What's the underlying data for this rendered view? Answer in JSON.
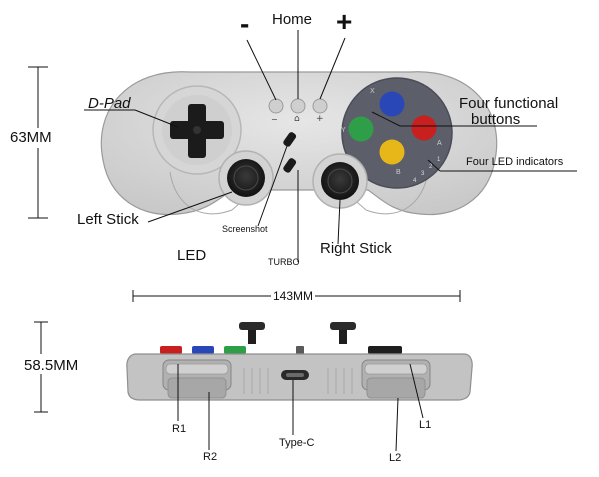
{
  "diagram": {
    "top_view": {
      "minus_label": "-",
      "home_label": "Home",
      "plus_label": "+",
      "dpad_label": "D-Pad",
      "four_functional_line1": "Four functional",
      "four_functional_line2": "buttons",
      "four_led_label": "Four LED indicators",
      "height_label": "63MM",
      "left_stick_label": "Left Stick",
      "screenshot_label": "Screenshot",
      "led_label": "LED",
      "right_stick_label": "Right Stick",
      "turbo_label": "TURBO",
      "face_button_letters": {
        "x": "X",
        "y": "Y",
        "a": "A",
        "b": "B"
      },
      "led_numbers": [
        "4",
        "3",
        "2",
        "1"
      ],
      "face_button_colors": {
        "x": "#2a47b8",
        "y": "#2f9e48",
        "a": "#c8201f",
        "b": "#e7b71a"
      },
      "small_button_glyphs": {
        "minus": "−",
        "home": "⌂",
        "plus": "+"
      }
    },
    "width_label": "143MM",
    "bottom_view": {
      "height_label": "58.5MM",
      "r1_label": "R1",
      "r2_label": "R2",
      "type_c_label": "Type-C",
      "l1_label": "L1",
      "l2_label": "L2"
    }
  }
}
